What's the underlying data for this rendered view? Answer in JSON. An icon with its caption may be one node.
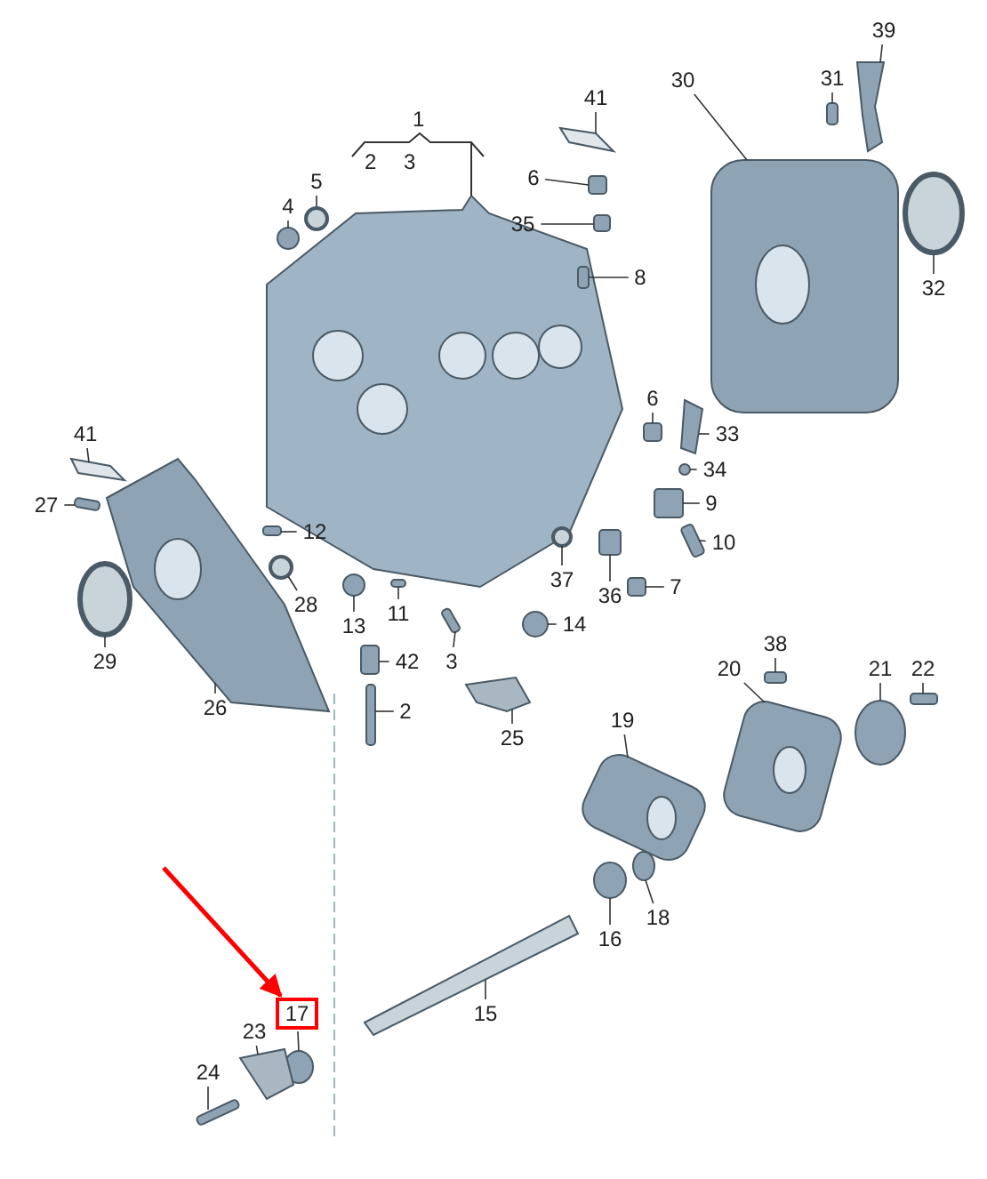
{
  "diagram": {
    "nodes": [
      {
        "text": [
          "39"
        ]
      },
      {
        "text": [
          "41"
        ]
      },
      {
        "text": [
          "30"
        ]
      },
      {
        "text": [
          "31"
        ]
      },
      {
        "text": [
          "5"
        ]
      },
      {
        "text": [
          "6"
        ]
      },
      {
        "text": [
          "4"
        ]
      },
      {
        "text": [
          "35"
        ]
      },
      {
        "text": [
          "32"
        ]
      },
      {
        "text": [
          "8"
        ]
      },
      {
        "text": [
          "6"
        ]
      },
      {
        "text": [
          "41"
        ]
      },
      {
        "text": [
          "33"
        ]
      },
      {
        "text": [
          "34"
        ]
      },
      {
        "text": [
          "27"
        ]
      },
      {
        "text": [
          "9"
        ]
      },
      {
        "text": [
          "12"
        ]
      },
      {
        "text": [
          "10"
        ]
      },
      {
        "text": [
          "28"
        ]
      },
      {
        "text": [
          "37"
        ]
      },
      {
        "text": [
          "7"
        ]
      },
      {
        "text": [
          "36"
        ]
      },
      {
        "text": [
          "13"
        ]
      },
      {
        "text": [
          "11"
        ]
      },
      {
        "text": [
          "14"
        ]
      },
      {
        "text": [
          "29"
        ]
      },
      {
        "text": [
          "3"
        ]
      },
      {
        "text": [
          "42"
        ]
      },
      {
        "text": [
          "26"
        ]
      },
      {
        "text": [
          "38"
        ]
      },
      {
        "text": [
          "20"
        ]
      },
      {
        "text": [
          "21"
        ]
      },
      {
        "text": [
          "22"
        ]
      },
      {
        "text": [
          "2"
        ]
      },
      {
        "text": [
          "25"
        ]
      },
      {
        "text": [
          "19"
        ]
      },
      {
        "text": [
          "18"
        ]
      },
      {
        "text": [
          "16"
        ]
      },
      {
        "text": [
          "15"
        ]
      },
      {
        "text": [
          "17"
        ]
      },
      {
        "text": [
          "23"
        ]
      },
      {
        "text": [
          "24"
        ]
      },
      {
        "text": [],
        "shape": "picture"
      },
      {
        "text": [],
        "shape": "picture"
      },
      {
        "text": [],
        "shape": "picture"
      },
      {
        "text": [],
        "shape": "box"
      },
      {
        "text": [],
        "shape": "circle"
      },
      {
        "text": [],
        "shape": "box"
      },
      {
        "text": [],
        "shape": "circle"
      },
      {
        "text": [],
        "shape": "box"
      },
      {
        "text": [],
        "shape": "circle"
      },
      {
        "text": [],
        "shape": "box"
      },
      {
        "text": [],
        "shape": "box"
      },
      {
        "text": [],
        "shape": "picture"
      },
      {
        "text": [],
        "shape": "picture"
      },
      {
        "text": [],
        "shape": "circle"
      },
      {
        "text": [],
        "shape": "box"
      },
      {
        "text": [],
        "shape": "box"
      },
      {
        "text": [],
        "shape": "box"
      },
      {
        "text": [],
        "shape": "box"
      },
      {
        "text": [],
        "shape": "circle"
      },
      {
        "text": [],
        "shape": "circle"
      },
      {
        "text": [],
        "shape": "box"
      },
      {
        "text": [],
        "shape": "box"
      },
      {
        "text": [],
        "shape": "circle"
      },
      {
        "text": [],
        "shape": "box"
      },
      {
        "text": [],
        "shape": "circle"
      },
      {
        "text": [],
        "shape": "circle"
      },
      {
        "text": [],
        "shape": "box"
      },
      {
        "text": [],
        "shape": "box"
      },
      {
        "text": [],
        "shape": "picture"
      },
      {
        "text": [],
        "shape": "box"
      },
      {
        "text": [],
        "shape": "picture"
      },
      {
        "text": [],
        "shape": "circle"
      },
      {
        "text": [],
        "shape": "box"
      },
      {
        "text": [],
        "shape": "box"
      },
      {
        "text": [],
        "shape": "picture"
      },
      {
        "text": [],
        "shape": "picture"
      },
      {
        "text": [],
        "shape": "circle"
      },
      {
        "text": [],
        "shape": "circle"
      },
      {
        "text": [],
        "shape": "picture"
      },
      {
        "text": [],
        "shape": "circle"
      },
      {
        "text": [],
        "shape": "picture"
      },
      {
        "text": [],
        "shape": "box"
      }
    ],
    "edges": [
      {
        "from": 0,
        "to": 42,
        "arrow": "none"
      },
      {
        "from": 1,
        "to": 43,
        "arrow": "none"
      },
      {
        "from": 2,
        "to": 44,
        "arrow": "none"
      },
      {
        "from": 3,
        "to": 45,
        "arrow": "none"
      },
      {
        "from": 4,
        "to": 46,
        "arrow": "none"
      },
      {
        "from": 5,
        "to": 47,
        "arrow": "none"
      },
      {
        "from": 6,
        "to": 48,
        "arrow": "none"
      },
      {
        "from": 7,
        "to": 49,
        "arrow": "none"
      },
      {
        "from": 8,
        "to": 50,
        "arrow": "none"
      },
      {
        "from": 9,
        "to": 51,
        "arrow": "none"
      },
      {
        "from": 10,
        "to": 52,
        "arrow": "none"
      },
      {
        "from": 11,
        "to": 53,
        "arrow": "none"
      },
      {
        "from": 12,
        "to": 54,
        "arrow": "none"
      },
      {
        "from": 13,
        "to": 55,
        "arrow": "none"
      },
      {
        "from": 14,
        "to": 56,
        "arrow": "none"
      },
      {
        "from": 15,
        "to": 57,
        "arrow": "none"
      },
      {
        "from": 16,
        "to": 58,
        "arrow": "none"
      },
      {
        "from": 17,
        "to": 59,
        "arrow": "none"
      },
      {
        "from": 18,
        "to": 60,
        "arrow": "none"
      },
      {
        "from": 19,
        "to": 61,
        "arrow": "none"
      },
      {
        "from": 20,
        "to": 62,
        "arrow": "none"
      },
      {
        "from": 21,
        "to": 63,
        "arrow": "none"
      },
      {
        "from": 22,
        "to": 64,
        "arrow": "none"
      },
      {
        "from": 23,
        "to": 65,
        "arrow": "none"
      },
      {
        "from": 24,
        "to": 66,
        "arrow": "none"
      },
      {
        "from": 25,
        "to": 67,
        "arrow": "none"
      },
      {
        "from": 26,
        "to": 68,
        "arrow": "none"
      },
      {
        "from": 27,
        "to": 69,
        "arrow": "none"
      },
      {
        "from": 28,
        "to": 70,
        "arrow": "none"
      },
      {
        "from": 29,
        "to": 71,
        "arrow": "none"
      },
      {
        "from": 30,
        "to": 72,
        "arrow": "none"
      },
      {
        "from": 31,
        "to": 73,
        "arrow": "none"
      },
      {
        "from": 32,
        "to": 74,
        "arrow": "none"
      },
      {
        "from": 33,
        "to": 75,
        "arrow": "none"
      },
      {
        "from": 34,
        "to": 76,
        "arrow": "none"
      },
      {
        "from": 35,
        "to": 77,
        "arrow": "none"
      },
      {
        "from": 36,
        "to": 78,
        "arrow": "none"
      },
      {
        "from": 37,
        "to": 79,
        "arrow": "none"
      },
      {
        "from": 38,
        "to": 80,
        "arrow": "none"
      },
      {
        "from": 39,
        "to": 81,
        "arrow": "none"
      },
      {
        "from": 40,
        "to": 82,
        "arrow": "none"
      },
      {
        "from": 41,
        "to": 83,
        "arrow": "none"
      },
      {
        "from": null,
        "to": 39,
        "arrow": "to",
        "style": "thick",
        "color": "#ff0000"
      }
    ],
    "labels": [
      "1",
      "2",
      "3"
    ]
  }
}
